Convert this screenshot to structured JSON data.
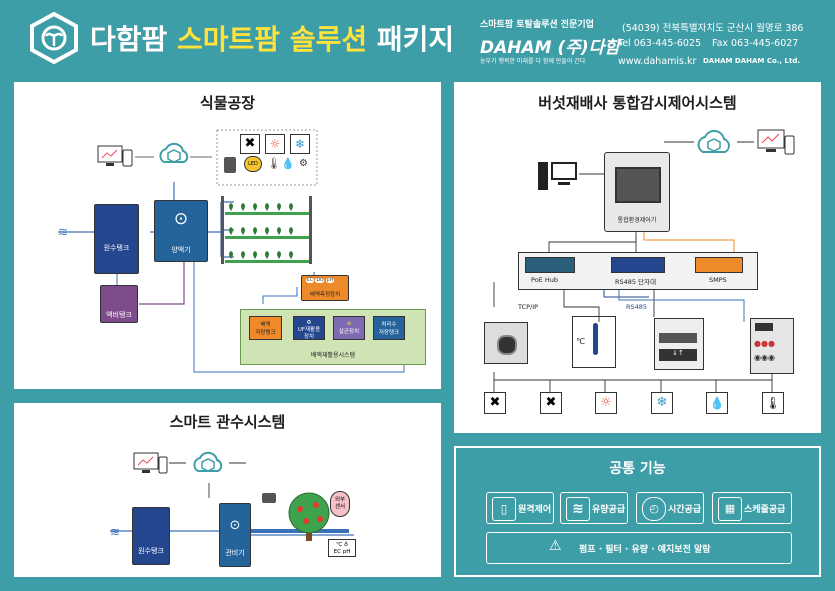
{
  "header": {
    "brand_prefix": "다함팜",
    "brand_highlight": "스마트팜 솔루션",
    "brand_suffix": "패키지",
    "company_tagline": "스마트팜 토탈솔루션 전문기업",
    "company_logo_text": "DAHAM (주)다함",
    "company_slogan": "농부가 행복한 미래를 다 함께 만들어 간다",
    "address": "(54039) 전북특별자치도 군산시 월명로 386",
    "tel": "Tel 063-445-6025",
    "fax": "Fax 063-445-6027",
    "website": "www.dahamis.kr",
    "footer_logo": "DAHAM DAHAM Co., Ltd."
  },
  "plant_factory": {
    "title": "식물공장",
    "raw_tank": "원수탱크",
    "nutrient_mixer": "양액기",
    "liquid_tank": "액비탱크",
    "drain_sensor": "배액측정장치",
    "sensor_codes": [
      "EC",
      "DO",
      "pH"
    ],
    "reuse_system": "배액재활용시스템",
    "drain_tank_l1": "배액",
    "drain_tank_l2": "저장탱크",
    "uf_l1": "UF재활용",
    "uf_l2": "장치",
    "sterilizer": "살균장치",
    "treated_l1": "처리수",
    "treated_l2": "저장탱크",
    "led_label": "LED"
  },
  "mushroom": {
    "title": "버섯재배사 통합감시제어시스템",
    "controller": "통합환경제어기",
    "poe_hub": "PoE Hub",
    "rs485_terminal": "RS485 단자대",
    "smps": "SMPS",
    "tcp_ip": "TCP/IP",
    "rs485": "RS485",
    "celsius": "℃"
  },
  "irrigation": {
    "title": "스마트 관수시스템",
    "raw_tank": "원수탱크",
    "irrigator": "관비기",
    "weather_l1": "외부",
    "weather_l2": "센서",
    "sensor_l1": "℃ ♁",
    "sensor_l2": "EC pH"
  },
  "common": {
    "title": "공통 기능",
    "features": [
      "원격제어",
      "유량공급",
      "시간공급",
      "스케줄공급"
    ],
    "alarm": "펌프 · 필터 · 유량 · 예지보전 알람"
  },
  "colors": {
    "teal": "#3e9ea7",
    "navy": "#23468f",
    "yellow": "#ffe23b",
    "orange": "#ef8a2a",
    "green_bg": "#cfe3b5",
    "purple": "#7e4b8d"
  }
}
